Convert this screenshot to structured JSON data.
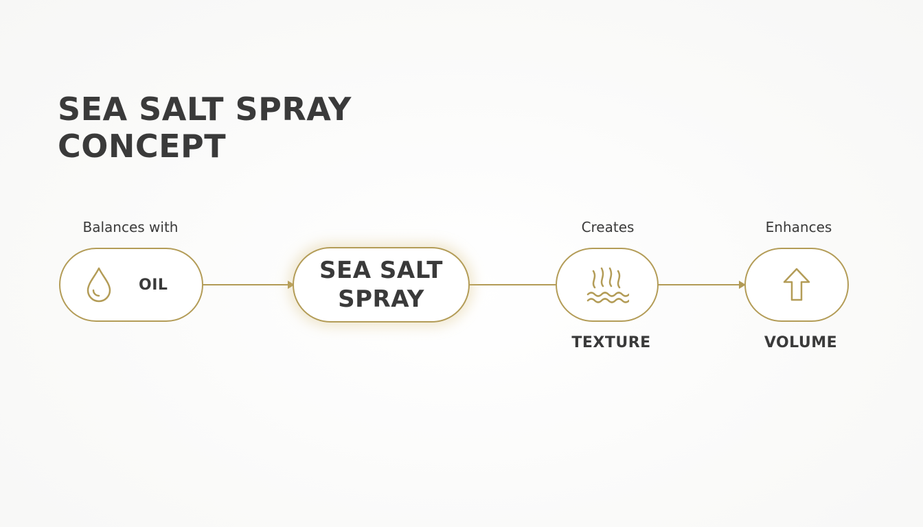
{
  "title": {
    "line1": "SEA SALT SPRAY",
    "line2": "CONCEPT"
  },
  "nodes": {
    "oil": {
      "label": "OIL",
      "relation": "Balances with",
      "icon": "droplet-icon"
    },
    "center": {
      "line1": "SEA SALT",
      "line2": "SPRAY"
    },
    "texture": {
      "label": "TEXTURE",
      "relation": "Creates",
      "icon": "heat-waves-icon"
    },
    "volume": {
      "label": "VOLUME",
      "relation": "Enhances",
      "icon": "arrow-up-icon"
    }
  },
  "colors": {
    "accent": "#b39c57",
    "text": "#3a3a3a",
    "background": "#fbfbfa"
  }
}
